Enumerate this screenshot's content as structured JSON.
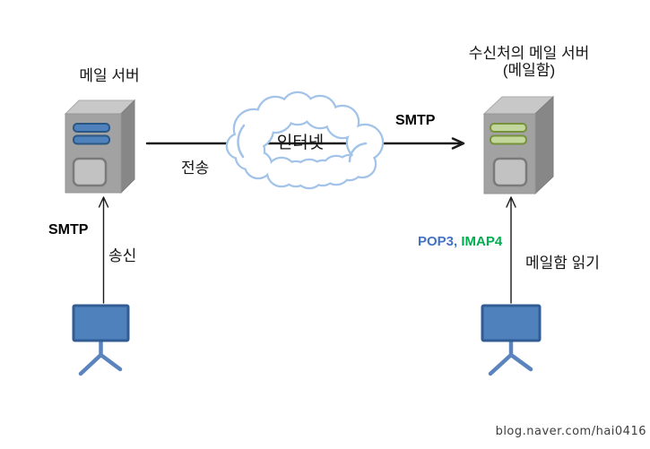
{
  "diagram": {
    "sender_server_label": "메일 서버",
    "receiver_server_label_line1": "수신처의 메일 서버",
    "receiver_server_label_line2": "(메일함)",
    "internet_label": "인터넷",
    "smtp_top_label": "SMTP",
    "transfer_label": "전송",
    "smtp_left_label": "SMTP",
    "send_label": "송신",
    "pop3_label": "POP3,",
    "imap4_label": "IMAP4",
    "mailbox_read_label": "메일함 읽기"
  },
  "colors": {
    "stripe_blue": "#4F81BD",
    "stripe_blue_border": "#2A5784",
    "stripe_green": "#C3D69B",
    "stripe_green_border": "#76923C",
    "monitor_fill": "#4F81BD",
    "monitor_border": "#315C94",
    "monitor_stand": "#5B84BE",
    "cloud_stroke": "#A3C4E8",
    "server_front": "#A2A2A2",
    "server_top": "#C8C8C8",
    "server_side": "#878787",
    "pop3_text": "#4472C4",
    "imap4_text": "#00B050",
    "arrow_color": "#1a1a1a"
  },
  "watermark": "blog.naver.com/hai0416"
}
